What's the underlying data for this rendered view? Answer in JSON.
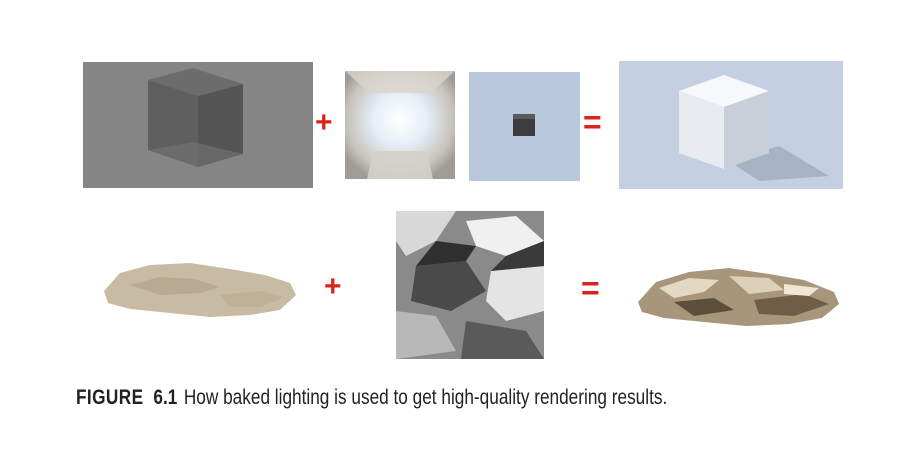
{
  "figure": {
    "label": "FIGURE",
    "number": "6.1",
    "caption": "How baked lighting is used to get high-quality rendering results."
  },
  "operators": {
    "plus": "+",
    "equals": "="
  },
  "colors": {
    "operator": "#d9241c",
    "caption_text": "#222222"
  }
}
